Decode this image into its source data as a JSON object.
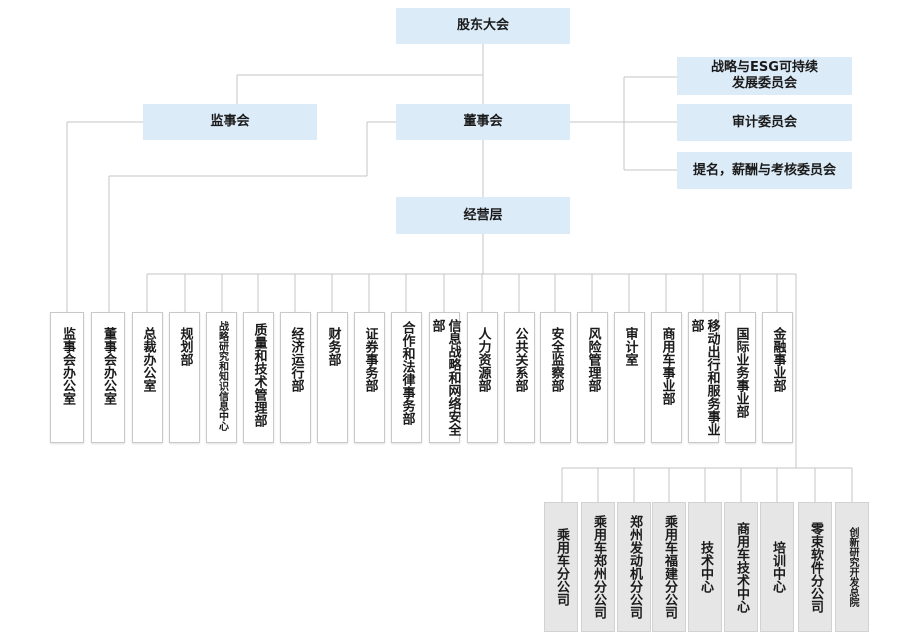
{
  "top": {
    "shareholders": "股东大会",
    "supervisory_board": "监事会",
    "board": "董事会",
    "management": "经营层"
  },
  "committees": [
    "战略与ESG可持续\n发展委员会",
    "审计委员会",
    "提名，薪酬与考核委员会"
  ],
  "departments": [
    "监事会办公室",
    "董事会办公室",
    "总裁办公室",
    "规划部",
    "战略研究和知识信息中心",
    "质量和技术管理部",
    "经济运行部",
    "财务部",
    "证券事务部",
    "合作和法律事务部",
    "信息战略和网络安全部",
    "人力资源部",
    "公共关系部",
    "安全监察部",
    "风险管理部",
    "审计室",
    "商用车事业部",
    "移动出行和服务事业部",
    "国际业务事业部",
    "金融事业部"
  ],
  "subsidiaries": [
    "乘用车分公司",
    "乘用车郑州分公司",
    "郑州发动机分公司",
    "乘用车福建分公司",
    "技术中心",
    "商用车技术中心",
    "培训中心",
    "零束软件分公司",
    "创新研究开发总院"
  ]
}
